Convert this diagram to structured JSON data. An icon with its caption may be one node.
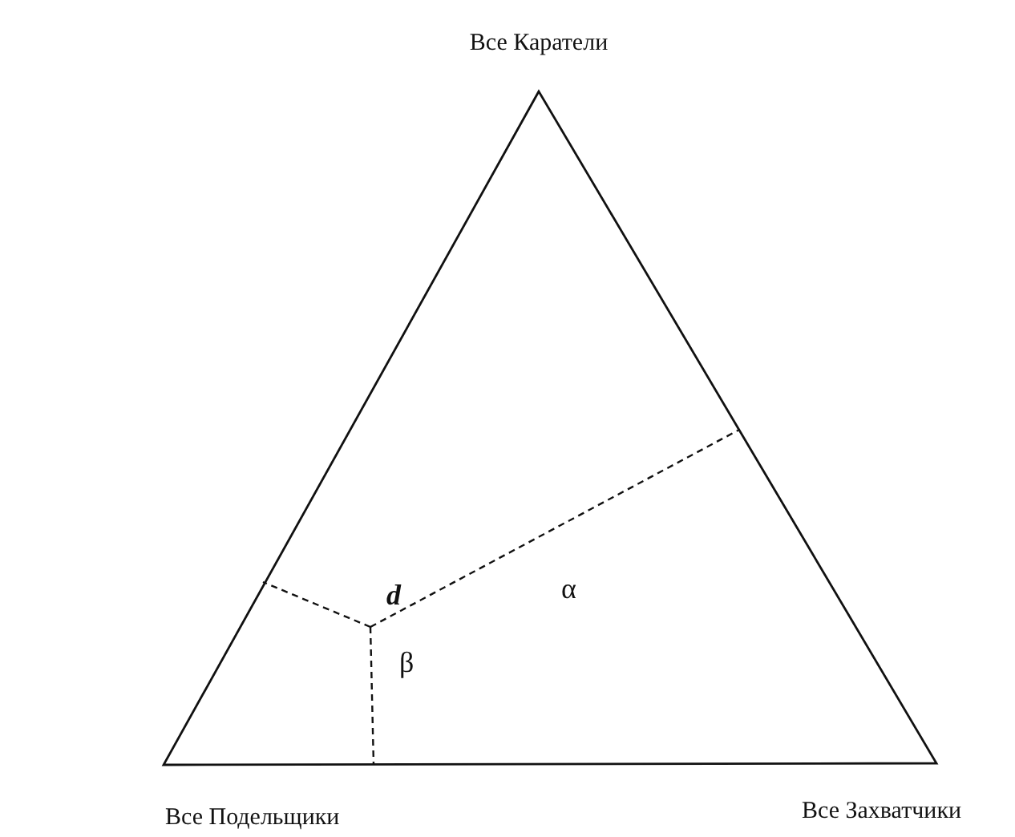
{
  "diagram": {
    "labels": [
      "Все Каратели",
      "d",
      "α",
      "β",
      "Все Подельщики",
      "Все Захватчики"
    ]
  }
}
